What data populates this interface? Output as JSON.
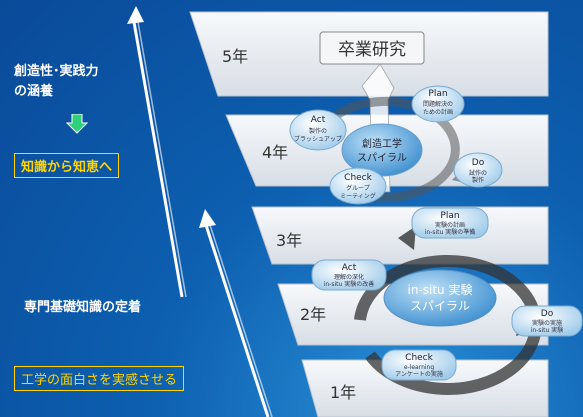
{
  "left_panel": {
    "upper_heading_line1": "創造性･実践力",
    "upper_heading_line2": "の涵養",
    "upper_box": "知識から知恵へ",
    "lower_heading": "専門基礎知識の定着",
    "lower_box": "工学の面白さを実感させる"
  },
  "colors": {
    "background": "#0d5fb0",
    "highlight": "#ffd400",
    "band_fill": "#e9edf2",
    "arrow": "#ffffff",
    "bubble": "#cfe6f7"
  },
  "years": [
    "5年",
    "4年",
    "3年",
    "2年",
    "1年"
  ],
  "capstone": "卒業研究",
  "upper_spiral": {
    "center_line1": "創造工学",
    "center_line2": "スパイラル",
    "nodes": {
      "plan": {
        "title": "Plan",
        "sub1": "問題解決の",
        "sub2": "ための計画"
      },
      "do": {
        "title": "Do",
        "sub1": "試作の",
        "sub2": "製作"
      },
      "check": {
        "title": "Check",
        "sub1": "グループ",
        "sub2": "ミーティング"
      },
      "act": {
        "title": "Act",
        "sub1": "製作の",
        "sub2": "ブラッシュアップ"
      }
    }
  },
  "lower_spiral": {
    "center_line1": "in-situ 実験",
    "center_line2": "スパイラル",
    "nodes": {
      "plan": {
        "title": "Plan",
        "sub1": "実験の計画",
        "sub2": "in-situ 実験の準備"
      },
      "do": {
        "title": "Do",
        "sub1": "実験の実施",
        "sub2": "in-situ 実験"
      },
      "check": {
        "title": "Check",
        "sub1": "e-learning",
        "sub2": "アンケートの実施"
      },
      "act": {
        "title": "Act",
        "sub1": "理解の深化",
        "sub2": "in-situ 実験の改善"
      }
    }
  }
}
